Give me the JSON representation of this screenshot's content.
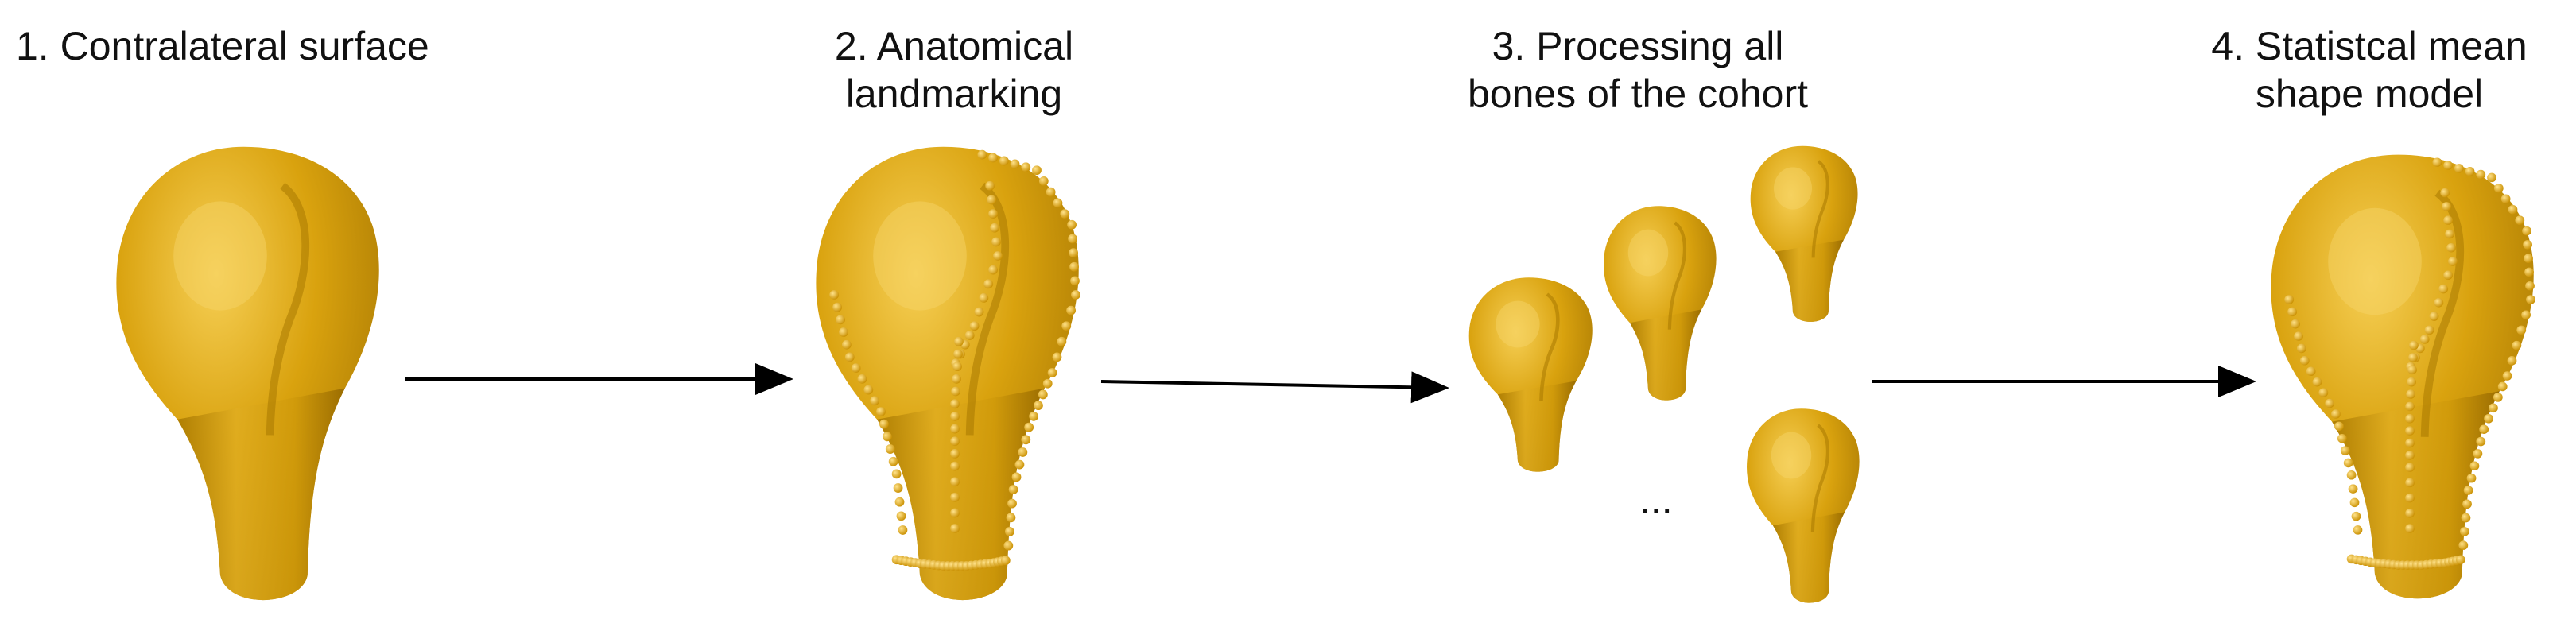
{
  "steps": [
    {
      "line1": "1. Contralateral surface",
      "line2": ""
    },
    {
      "line1": "2. Anatomical",
      "line2": "landmarking"
    },
    {
      "line1": "3. Processing all",
      "line2": "bones of the cohort"
    },
    {
      "line1": "4. Statistcal mean",
      "line2": "shape model"
    }
  ],
  "ellipsis": "...",
  "colors": {
    "bone": "#d9a20e",
    "bone_shadow": "#a87800",
    "bone_highlight": "#f2c94a",
    "landmark": "#f0b21a",
    "arrow": "#000000"
  }
}
